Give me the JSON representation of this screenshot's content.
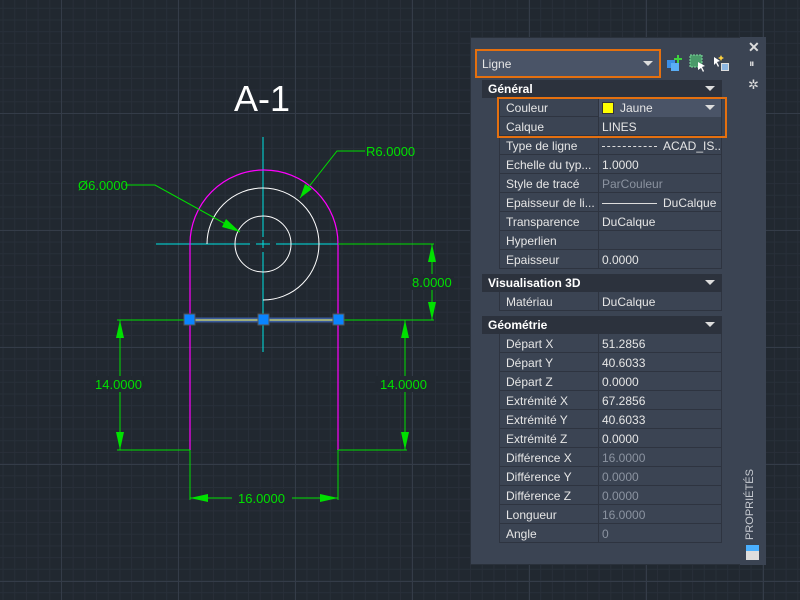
{
  "drawing": {
    "title": "A-1",
    "dims": {
      "diameter": "Ø6.0000",
      "radius": "R6.0000",
      "height_right": "8.0000",
      "left_height": "14.0000",
      "right_height": "14.0000",
      "width": "16.0000"
    }
  },
  "panel": {
    "object_type": "Ligne",
    "side_label": "PROPRIÉTÉS",
    "sections": {
      "general": {
        "title": "Général",
        "rows": [
          {
            "label": "Couleur",
            "value": "Jaune"
          },
          {
            "label": "Calque",
            "value": "LINES"
          },
          {
            "label": "Type de ligne",
            "value": "ACAD_IS..."
          },
          {
            "label": "Echelle du typ...",
            "value": "1.0000"
          },
          {
            "label": "Style de tracé",
            "value": "ParCouleur"
          },
          {
            "label": "Epaisseur de li...",
            "value": "DuCalque"
          },
          {
            "label": "Transparence",
            "value": "DuCalque"
          },
          {
            "label": "Hyperlien",
            "value": ""
          },
          {
            "label": "Epaisseur",
            "value": "0.0000"
          }
        ]
      },
      "vis3d": {
        "title": "Visualisation 3D",
        "rows": [
          {
            "label": "Matériau",
            "value": "DuCalque"
          }
        ]
      },
      "geometry": {
        "title": "Géométrie",
        "rows": [
          {
            "label": "Départ X",
            "value": "51.2856"
          },
          {
            "label": "Départ Y",
            "value": "40.6033"
          },
          {
            "label": "Départ Z",
            "value": "0.0000"
          },
          {
            "label": "Extrémité X",
            "value": "67.2856"
          },
          {
            "label": "Extrémité Y",
            "value": "40.6033"
          },
          {
            "label": "Extrémité Z",
            "value": "0.0000"
          },
          {
            "label": "Différence X",
            "value": "16.0000"
          },
          {
            "label": "Différence Y",
            "value": "0.0000"
          },
          {
            "label": "Différence Z",
            "value": "0.0000"
          },
          {
            "label": "Longueur",
            "value": "16.0000"
          },
          {
            "label": "Angle",
            "value": "0"
          }
        ]
      }
    }
  },
  "colors": {
    "accent": "#e5700f",
    "dimension": "#00e000",
    "outline": "#ff00ff",
    "center": "#00e5e5",
    "grip": "#0a84ff"
  }
}
